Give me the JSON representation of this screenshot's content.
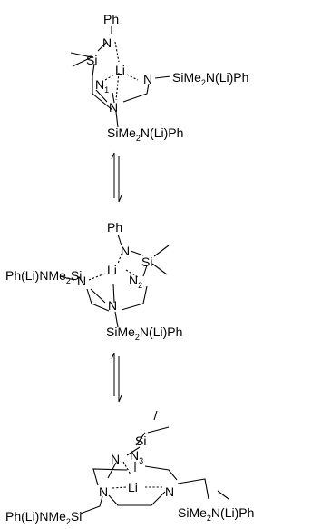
{
  "scheme": {
    "structure_1": {
      "ph": "Ph",
      "n_top": "N",
      "si": "Si",
      "li": "Li",
      "n1": "N",
      "n1_sub": "1",
      "n_right": "N",
      "n_center": "N",
      "right_sub": "SiMe",
      "right_sub_2": "2",
      "right_sub_rest": "N(Li)Ph",
      "bottom_sub": "SiMe",
      "bottom_sub_2": "2",
      "bottom_sub_rest": "N(Li)Ph"
    },
    "structure_2": {
      "ph": "Ph",
      "n_top": "N",
      "si": "Si",
      "li": "Li",
      "n2": "N",
      "n2_sub": "2",
      "n_left": "N",
      "n_center": "N",
      "left_sub": "Ph(Li)NMe",
      "left_sub_2": "2",
      "left_sub_rest": "Si",
      "bottom_sub": "SiMe",
      "bottom_sub_2": "2",
      "bottom_sub_rest": "N(Li)Ph"
    },
    "structure_3": {
      "si": "Si",
      "n_top": "N",
      "n3": "N",
      "n3_sub": "3",
      "li": "Li",
      "n_left": "N",
      "n_right": "N",
      "left_sub": "Ph(Li)NMe",
      "left_sub_2": "2",
      "left_sub_rest": "Si",
      "right_sub": "SiMe",
      "right_sub_2": "2",
      "right_sub_rest": "N(Li)Ph"
    }
  }
}
